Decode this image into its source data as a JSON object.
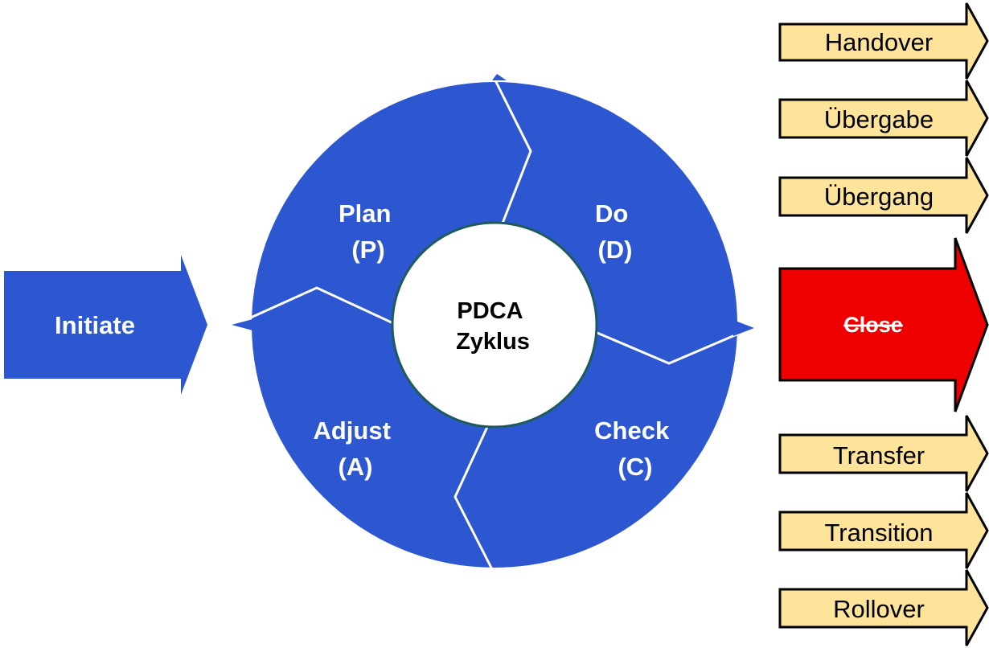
{
  "initiate": {
    "label": "Initiate"
  },
  "cycle": {
    "center_line1": "PDCA",
    "center_line2": "Zyklus",
    "plan": {
      "line1": "Plan",
      "line2": "(P)"
    },
    "do": {
      "line1": "Do",
      "line2": "(D)"
    },
    "check": {
      "line1": "Check",
      "line2": "(C)"
    },
    "adjust": {
      "line1": "Adjust",
      "line2": "(A)"
    }
  },
  "outcomes": {
    "handover": "Handover",
    "uebergabe": "Übergabe",
    "uebergang": "Übergang",
    "close": "Close",
    "transfer": "Transfer",
    "transition": "Transition",
    "rollover": "Rollover"
  },
  "colors": {
    "cycle_blue": "#2d57d1",
    "close_red": "#ee0000",
    "arrow_yellow": "#fde49a",
    "center_ring": "#1f5a5a"
  }
}
